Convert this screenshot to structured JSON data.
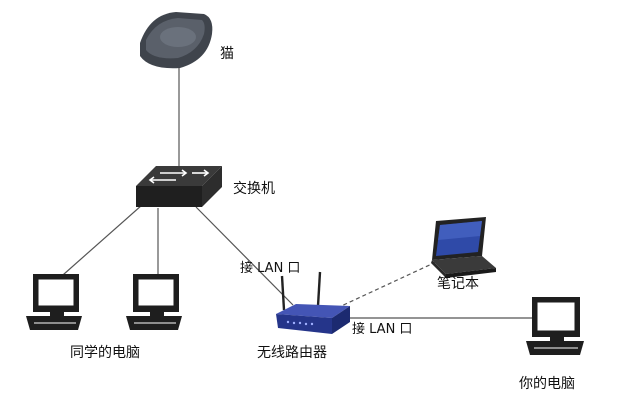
{
  "nodes": {
    "modem": "猫",
    "switch": "交换机",
    "router": "无线路由器",
    "laptop": "笔记本",
    "classmate_pc": "同学的电脑",
    "your_pc": "你的电脑"
  },
  "links": {
    "switch_to_router": "接 LAN 口",
    "router_to_your_pc": "接 LAN 口"
  },
  "colors": {
    "line": "#555555",
    "device_dark": "#2b2b2b",
    "device_mid": "#4a4f57",
    "router_blue": "#2a3a8f",
    "screen_blue": "#2f4aa8"
  }
}
